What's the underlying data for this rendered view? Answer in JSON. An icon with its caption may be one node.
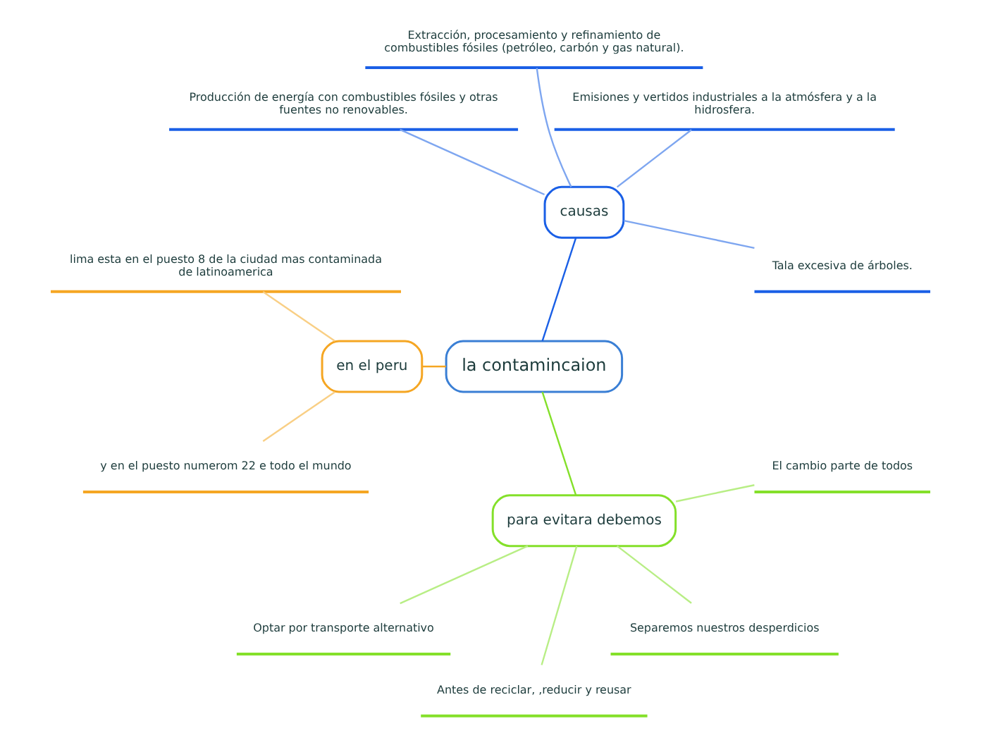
{
  "diagram": {
    "nodes": [
      {
        "text": [
          "la contamincaion"
        ]
      },
      {
        "text": [
          "causas"
        ]
      },
      {
        "text": [
          "Tala excesiva de árboles."
        ]
      },
      {
        "text": [
          "Emisiones y vertidos industriales a la atmósfera y a la hidrosfera."
        ]
      },
      {
        "text": [
          "Extracción, procesamiento y refinamiento de combustibles fósiles (petróleo, carbón y gas natural)."
        ]
      },
      {
        "text": [
          "Producción de energía con combustibles fósiles y otras fuentes no renovables."
        ]
      },
      {
        "text": [
          "en el peru"
        ]
      },
      {
        "text": [
          "lima esta en el puesto 8 de la ciudad mas contaminada de latinoamerica"
        ]
      },
      {
        "text": [
          "y en el puesto numerom 22 e todo el mundo"
        ]
      },
      {
        "text": [
          "para evitara debemos"
        ]
      },
      {
        "text": [
          "Optar por transporte alternativo"
        ]
      },
      {
        "text": [
          "Antes de reciclar, ,reducir y reusar"
        ]
      },
      {
        "text": [
          "Separemos nuestros desperdicios"
        ]
      },
      {
        "text": [
          "El cambio parte de todos"
        ]
      }
    ],
    "edges": [
      {
        "from": 0,
        "to": 1,
        "arrow": "none",
        "color": "#1a5fe6"
      },
      {
        "from": 1,
        "to": 2,
        "arrow": "none",
        "color": "#7ea6f0"
      },
      {
        "from": 1,
        "to": 3,
        "arrow": "none",
        "color": "#7ea6f0"
      },
      {
        "from": 1,
        "to": 4,
        "arrow": "none",
        "color": "#7ea6f0"
      },
      {
        "from": 1,
        "to": 5,
        "arrow": "none",
        "color": "#7ea6f0"
      },
      {
        "from": 0,
        "to": 6,
        "arrow": "none",
        "color": "#f5a623"
      },
      {
        "from": 6,
        "to": 7,
        "arrow": "none",
        "color": "#f9cf85"
      },
      {
        "from": 6,
        "to": 8,
        "arrow": "none",
        "color": "#f9cf85"
      },
      {
        "from": 0,
        "to": 9,
        "arrow": "none",
        "color": "#84e02a"
      },
      {
        "from": 9,
        "to": 10,
        "arrow": "none",
        "color": "#b8ee85"
      },
      {
        "from": 9,
        "to": 11,
        "arrow": "none",
        "color": "#b8ee85"
      },
      {
        "from": 9,
        "to": 12,
        "arrow": "none",
        "color": "#b8ee85"
      },
      {
        "from": 9,
        "to": 13,
        "arrow": "none",
        "color": "#b8ee85"
      }
    ]
  }
}
